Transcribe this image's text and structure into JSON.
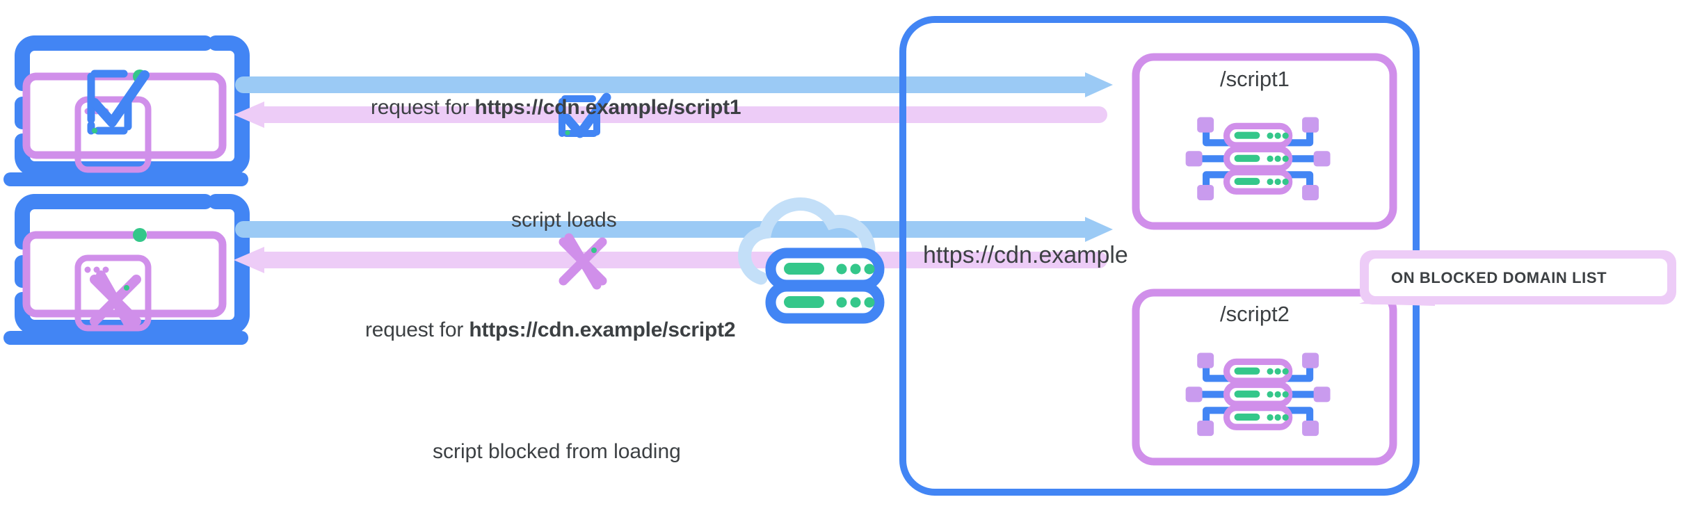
{
  "diagram": {
    "title_host": "https://cdn.example",
    "colors": {
      "blue_stroke": "#4285F4",
      "blue_arrow": "#9BCAF5",
      "purple_stroke": "#D08FEA",
      "pink_arrow": "#EDCCF7",
      "green_accent": "#34C78A",
      "text": "#3C4043",
      "cloud": "#C3DFF8",
      "badge_fill": "#F3DBFB"
    }
  },
  "flows": [
    {
      "id": "allowed",
      "request_prefix": "request for ",
      "request_url": "https://cdn.example/script1",
      "caption": "script loads",
      "client_icon": "checkmark-icon",
      "status_icon": "checkmark-icon",
      "server_label": "/script1",
      "server_icon": "server-rack-icon",
      "blocked": false
    },
    {
      "id": "blocked",
      "request_prefix": "request for ",
      "request_url": "https://cdn.example/script2",
      "caption": "script blocked from loading",
      "client_icon": "cross-icon",
      "status_icon": "cross-icon",
      "server_label": "/script2",
      "server_icon": "server-rack-icon",
      "blocked": true,
      "badge": "ON BLOCKED DOMAIN LIST"
    }
  ],
  "cloud": {
    "icon": "cloud-server-icon"
  }
}
